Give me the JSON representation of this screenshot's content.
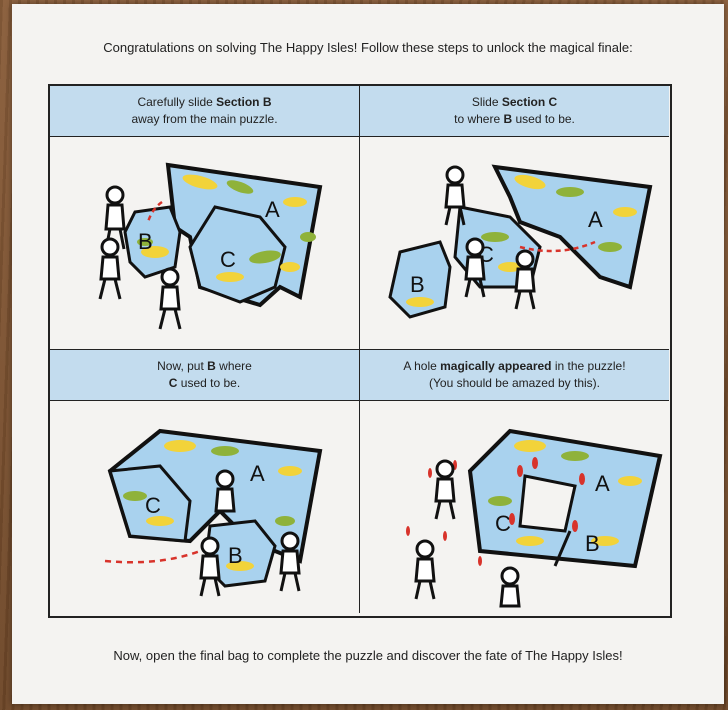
{
  "header": {
    "text": "Congratulations on solving The Happy Isles! Follow these steps to unlock the magical finale:"
  },
  "footer": {
    "text": "Now, open the final bag to complete the puzzle and discover the fate of The Happy Isles!"
  },
  "panels": [
    {
      "line1_pre": "Carefully slide ",
      "line1_bold": "Section B",
      "line1_post": "",
      "line2_pre": "away from the main puzzle.",
      "line2_bold": "",
      "line2_post": ""
    },
    {
      "line1_pre": "Slide ",
      "line1_bold": "Section C",
      "line1_post": "",
      "line2_pre": "to where ",
      "line2_bold": "B",
      "line2_post": " used to be."
    },
    {
      "line1_pre": "Now, put ",
      "line1_bold": "B",
      "line1_post": " where",
      "line2_pre": "",
      "line2_bold": "C",
      "line2_post": " used to be."
    },
    {
      "line1_pre": "A hole ",
      "line1_bold": "magically appeared",
      "line1_post": " in the puzzle!",
      "line2_pre": "(You should be amazed by this).",
      "line2_bold": "",
      "line2_post": ""
    }
  ],
  "labels": {
    "a": "A",
    "b": "B",
    "c": "C"
  },
  "colors": {
    "map_blue": "#a9d2ee",
    "land_yellow": "#f2d33a",
    "land_green": "#8fb23a",
    "arrow_red": "#d8332b",
    "caption_blue": "#c3dcee"
  }
}
